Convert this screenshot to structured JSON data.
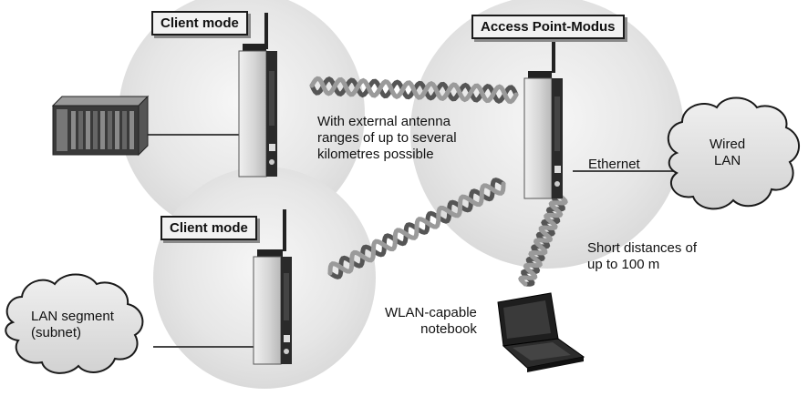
{
  "labels": {
    "client_mode_top": "Client mode",
    "access_point": "Access Point-Modus",
    "client_mode_bottom": "Client mode"
  },
  "texts": {
    "range_line1": "With external antenna",
    "range_line2": "ranges of up to several",
    "range_line3": "kilometres possible",
    "wired_lan_line1": "Wired",
    "wired_lan_line2": "LAN",
    "ethernet": "Ethernet",
    "short_line1": "Short distances of",
    "short_line2": "up to 100 m",
    "lan_segment_line1": "LAN segment",
    "lan_segment_line2": "(subnet)",
    "notebook_line1": "WLAN-capable",
    "notebook_line2": "notebook"
  },
  "colors": {
    "bubble": "#e9e9e9",
    "cloud": "#e2e2e2",
    "device": "#d9d9d9",
    "outline": "#1a1a1a"
  }
}
